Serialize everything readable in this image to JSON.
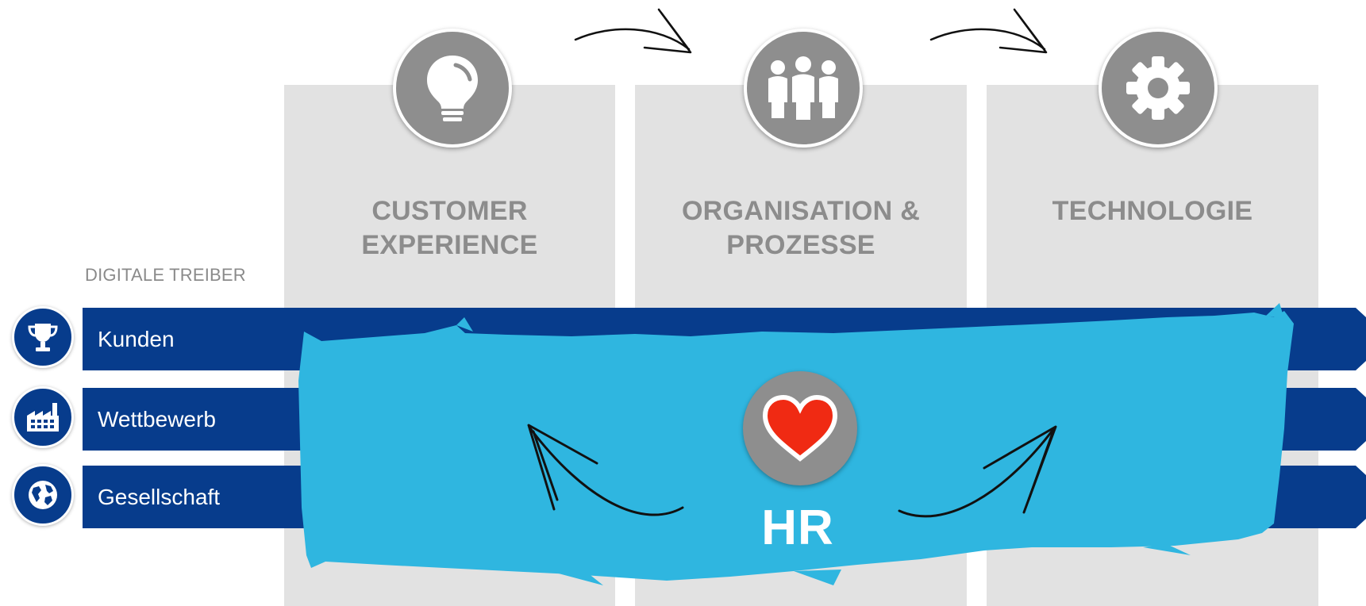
{
  "columns": [
    {
      "title": "CUSTOMER\nEXPERIENCE",
      "icon": "lightbulb-icon"
    },
    {
      "title": "ORGANISATION &\nPROZESSE",
      "icon": "people-icon"
    },
    {
      "title": "TECHNOLOGIE",
      "icon": "gear-icon"
    }
  ],
  "drivers": {
    "section_label": "DIGITALE TREIBER",
    "items": [
      {
        "label": "Kunden",
        "icon": "trophy-icon"
      },
      {
        "label": "Wettbewerb",
        "icon": "factory-icon"
      },
      {
        "label": "Gesellschaft",
        "icon": "globe-icon"
      }
    ]
  },
  "center": {
    "label": "HR",
    "icon": "heart-icon"
  },
  "colors": {
    "column_bg": "#e2e2e2",
    "badge_gray": "#8e8e8e",
    "title_gray": "#8c8c8c",
    "driver_blue": "#073c8c",
    "brush_blue": "#2fb6e0",
    "heart_red": "#f02a13"
  }
}
